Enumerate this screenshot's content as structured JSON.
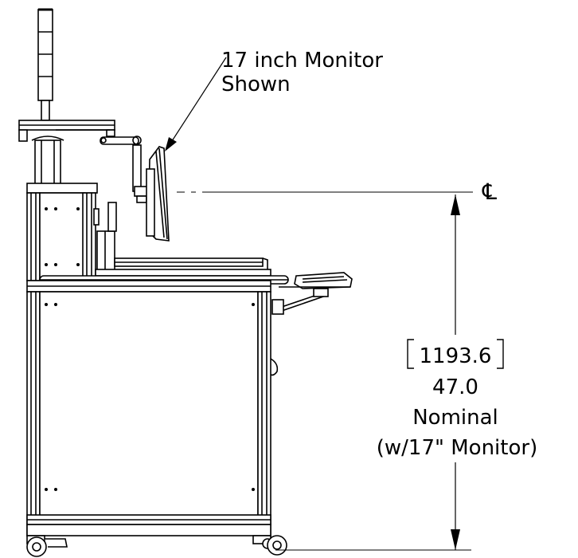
{
  "callout": {
    "line1": "17 inch Monitor",
    "line2": "Shown"
  },
  "centerline_symbol": "℄",
  "dimension": {
    "metric": "1193.6",
    "imperial": "47.0",
    "qualifier": "Nominal",
    "note": "(w/17\" Monitor)"
  }
}
